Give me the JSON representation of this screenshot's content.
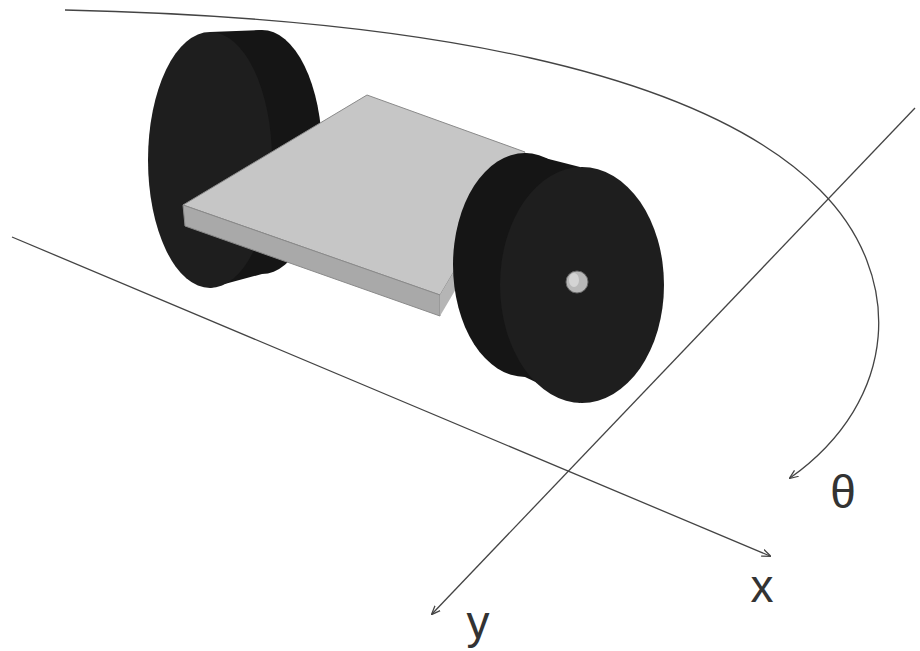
{
  "diagram": {
    "labels": [
      "x",
      "y",
      "θ"
    ]
  }
}
